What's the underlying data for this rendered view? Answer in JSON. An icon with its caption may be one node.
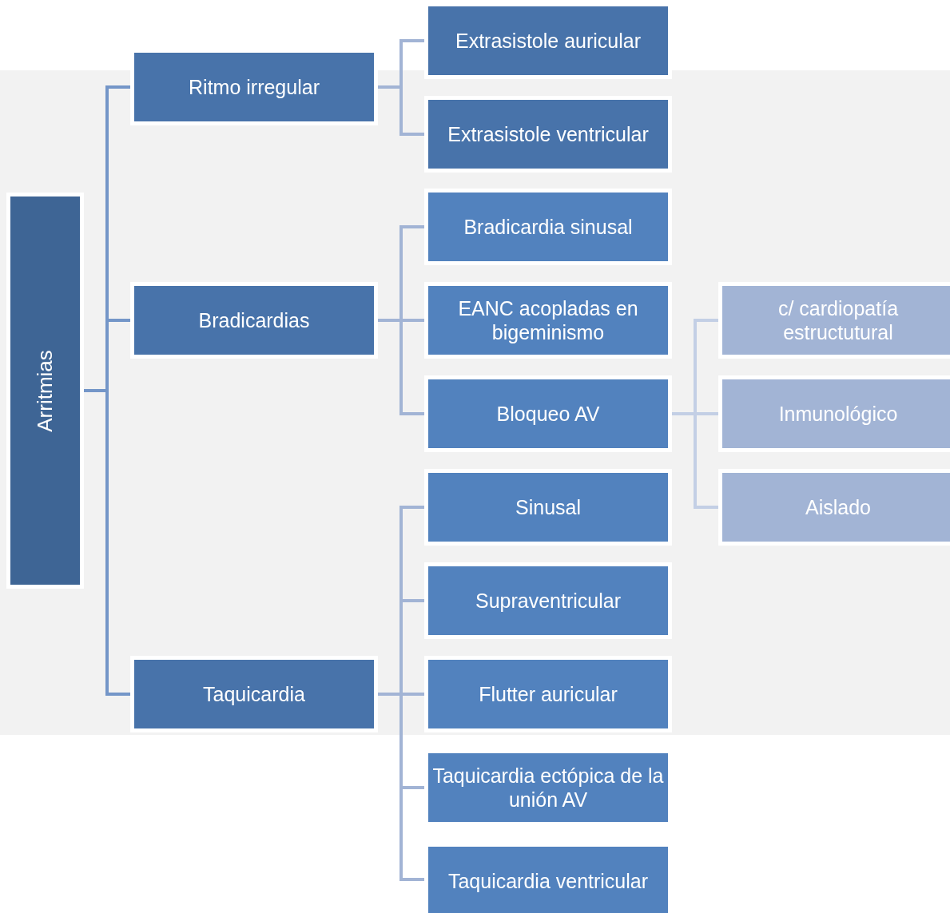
{
  "diagram": {
    "nodes": [
      {
        "text": [
          "Arritmias"
        ]
      },
      {
        "text": [
          "Ritmo irregular"
        ]
      },
      {
        "text": [
          "Bradicardias"
        ]
      },
      {
        "text": [
          "Taquicardia"
        ]
      },
      {
        "text": [
          "Extrasistole auricular"
        ]
      },
      {
        "text": [
          "Extrasistole ventricular"
        ]
      },
      {
        "text": [
          "Bradicardia sinusal"
        ]
      },
      {
        "text": [
          "EANC acopladas en bigeminismo"
        ]
      },
      {
        "text": [
          "Bloqueo AV"
        ]
      },
      {
        "text": [
          "c/ cardiopatía estructutural"
        ]
      },
      {
        "text": [
          "Inmunológico"
        ]
      },
      {
        "text": [
          "Aislado"
        ]
      },
      {
        "text": [
          "Sinusal"
        ]
      },
      {
        "text": [
          "Supraventricular"
        ]
      },
      {
        "text": [
          "Flutter auricular"
        ]
      },
      {
        "text": [
          "Taquicardia ectópica de la unión AV"
        ]
      },
      {
        "text": [
          "Taquicardia ventricular"
        ]
      }
    ],
    "edges": [
      {
        "from": 0,
        "to": 1,
        "arrow": "none",
        "color": "#7496c8"
      },
      {
        "from": 0,
        "to": 2,
        "arrow": "none",
        "color": "#7496c8"
      },
      {
        "from": 0,
        "to": 3,
        "arrow": "none",
        "color": "#7496c8"
      },
      {
        "from": 1,
        "to": 4,
        "arrow": "none"
      },
      {
        "from": 1,
        "to": 5,
        "arrow": "none"
      },
      {
        "from": 2,
        "to": 6,
        "arrow": "none"
      },
      {
        "from": 2,
        "to": 7,
        "arrow": "none"
      },
      {
        "from": 2,
        "to": 8,
        "arrow": "none"
      },
      {
        "from": 8,
        "to": 9,
        "arrow": "none",
        "color": "#c3cfe5"
      },
      {
        "from": 8,
        "to": 10,
        "arrow": "none",
        "color": "#c3cfe5"
      },
      {
        "from": 8,
        "to": 11,
        "arrow": "none",
        "color": "#c3cfe5"
      },
      {
        "from": 3,
        "to": 12,
        "arrow": "none"
      },
      {
        "from": 3,
        "to": 13,
        "arrow": "none"
      },
      {
        "from": 3,
        "to": 14,
        "arrow": "none"
      },
      {
        "from": 3,
        "to": 15,
        "arrow": "none"
      },
      {
        "from": 3,
        "to": 16,
        "arrow": "none"
      }
    ]
  }
}
